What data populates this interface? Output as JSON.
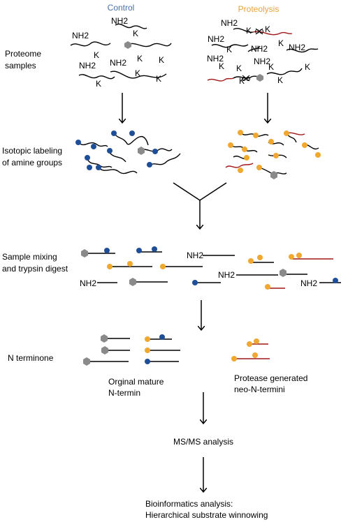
{
  "colors": {
    "control_header": "#4a6fa5",
    "proteolysis_header": "#e8a33c",
    "blue_dot": "#1f4e99",
    "orange_dot": "#f0a830",
    "grey_hex": "#8a8a8a",
    "red_line": "#a01818"
  },
  "headers": {
    "control": "Control",
    "proteolysis": "Proteolysis"
  },
  "steps": {
    "proteome": [
      "Proteome",
      "samples"
    ],
    "labeling": [
      "Isotopic labeling",
      "of amine groups"
    ],
    "mixing": [
      "Sample mixing",
      "and trypsin digest"
    ],
    "terminone": "N terminone",
    "ms": "MS/MS analysis",
    "bioinf": [
      "Bioinformatics analysis:",
      "Hierarchical substrate winnowing"
    ]
  },
  "groups": {
    "original": [
      "Orginal mature",
      "N-termin"
    ],
    "protease": [
      "Protease generated",
      "neo-N-termini"
    ]
  },
  "molecule_labels": {
    "nh2": "NH2",
    "k": "K"
  },
  "icons": [
    "scissors-icon"
  ]
}
